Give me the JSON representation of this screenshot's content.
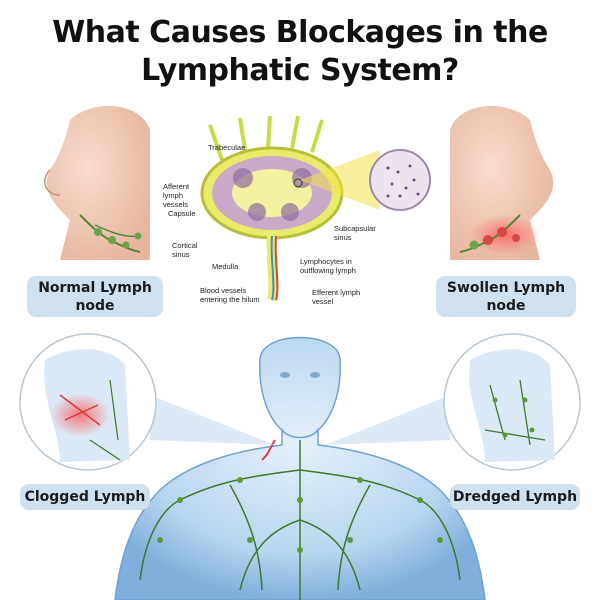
{
  "title": {
    "line1": "What Causes Blockages in the",
    "line2": "Lymphatic System?"
  },
  "captions": {
    "normal_line1": "Normal Lymph",
    "normal_line2": "node",
    "swollen_line1": "Swollen Lymph",
    "swollen_line2": "node",
    "clogged": "Clogged Lymph",
    "dredged": "Dredged Lymph"
  },
  "node_diagram": {
    "labels": {
      "trabeculae": "Trabeculae",
      "afferent": "Afferent lymph vessels",
      "capsule": "Capsule",
      "cortical": "Cortical sinus",
      "medulla": "Medulla",
      "subcapsular": "Subcapsular sinus",
      "lymphocytes": "Lymphocytes in outflowing lymph",
      "blood_vessels": "Blood vessels entering the hilum",
      "efferent": "Efferent lymph vessel"
    }
  },
  "colors": {
    "pill_bg": "#cfe0ef",
    "body_blue": "#a9cbe8",
    "lymph_green": "#3f7a2a",
    "inflamed_red": "#e23a3a",
    "node_yellow": "#e9eb6a",
    "skin": "#f0c9b4"
  }
}
